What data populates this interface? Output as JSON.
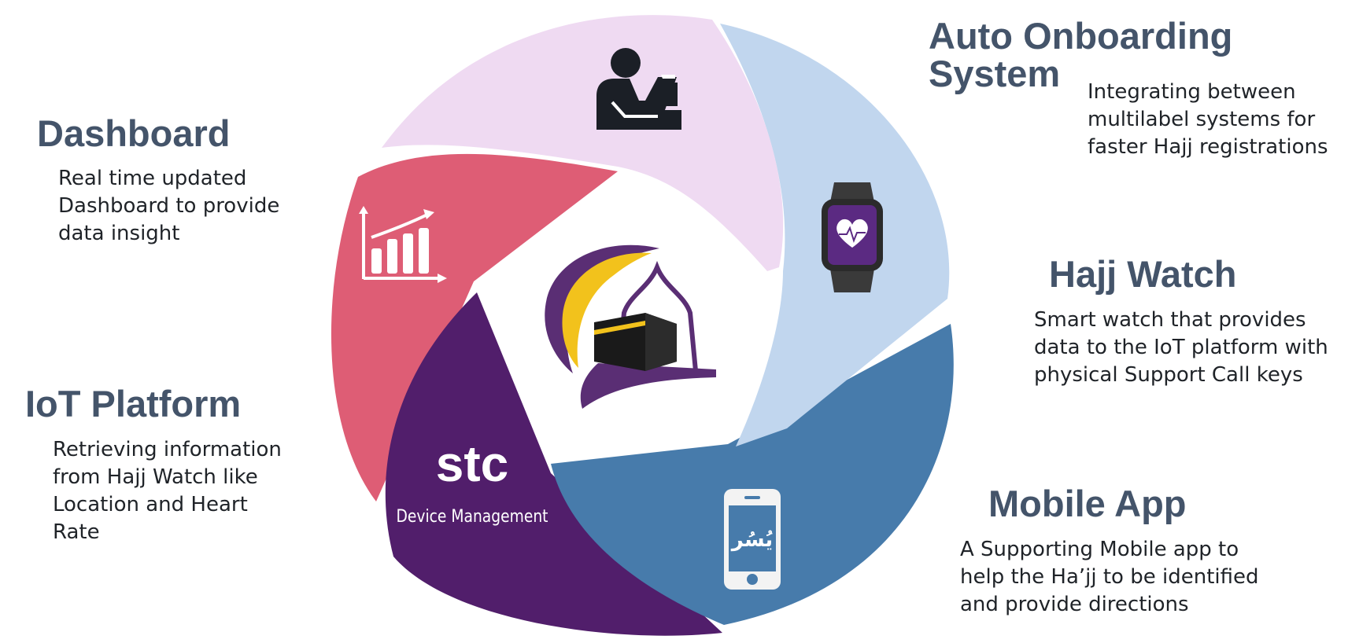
{
  "colors": {
    "onboarding_segment": "#efdaf2",
    "watch_segment": "#c1d6ee",
    "mobile_segment": "#477bab",
    "stc_segment": "#511e6b",
    "dashboard_segment": "#de5d75",
    "heading": "#44546a",
    "kaaba_gold": "#f2c21c",
    "logo_purple": "#5a2e74"
  },
  "sections": {
    "onboarding": {
      "title_lines": [
        "Auto Onboarding",
        "System"
      ],
      "desc_lines": [
        "Integrating between",
        "multilabel systems for",
        "faster Hajj registrations"
      ],
      "icon": "person-at-computer-icon"
    },
    "hajj_watch": {
      "title": "Hajj Watch",
      "desc_lines": [
        "Smart watch that provides",
        "data to the IoT platform with",
        "physical Support Call keys"
      ],
      "icon": "smartwatch-heart-icon"
    },
    "mobile_app": {
      "title": "Mobile App",
      "desc_lines": [
        "A Supporting Mobile app to",
        "help the Ha’jj to be identified",
        "and provide directions"
      ],
      "icon": "smartphone-icon",
      "app_label": "يُسُر"
    },
    "iot_platform": {
      "title": "IoT Platform",
      "desc_lines": [
        "Retrieving information",
        "from Hajj Watch like",
        "Location and Heart",
        "Rate"
      ],
      "logo_text": "stc",
      "logo_subtitle": "Device Management"
    },
    "dashboard": {
      "title": "Dashboard",
      "desc_lines": [
        "Real time updated",
        "Dashboard to provide",
        "data insight"
      ],
      "icon": "bar-chart-growth-icon"
    }
  },
  "center": {
    "logo": "kaaba-logo-icon"
  }
}
